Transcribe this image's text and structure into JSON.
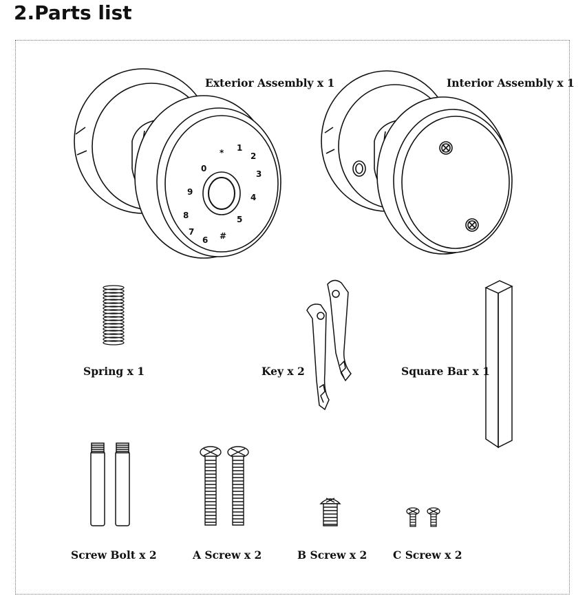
{
  "heading": "2.Parts list",
  "parts": {
    "exterior": "Exterior Assembly x 1",
    "interior": "Interior Assembly x 1",
    "spring": "Spring  x 1",
    "key": "Key  x 2",
    "square_bar": "Square Bar x 1",
    "screw_bolt": "Screw Bolt x 2",
    "a_screw": "A Screw x 2",
    "b_screw": "B Screw x 2",
    "c_screw": "C Screw x 2"
  },
  "keypad_digits": [
    "1",
    "2",
    "3",
    "4",
    "5",
    "6",
    "7",
    "8",
    "9",
    "0",
    "*",
    "#"
  ]
}
